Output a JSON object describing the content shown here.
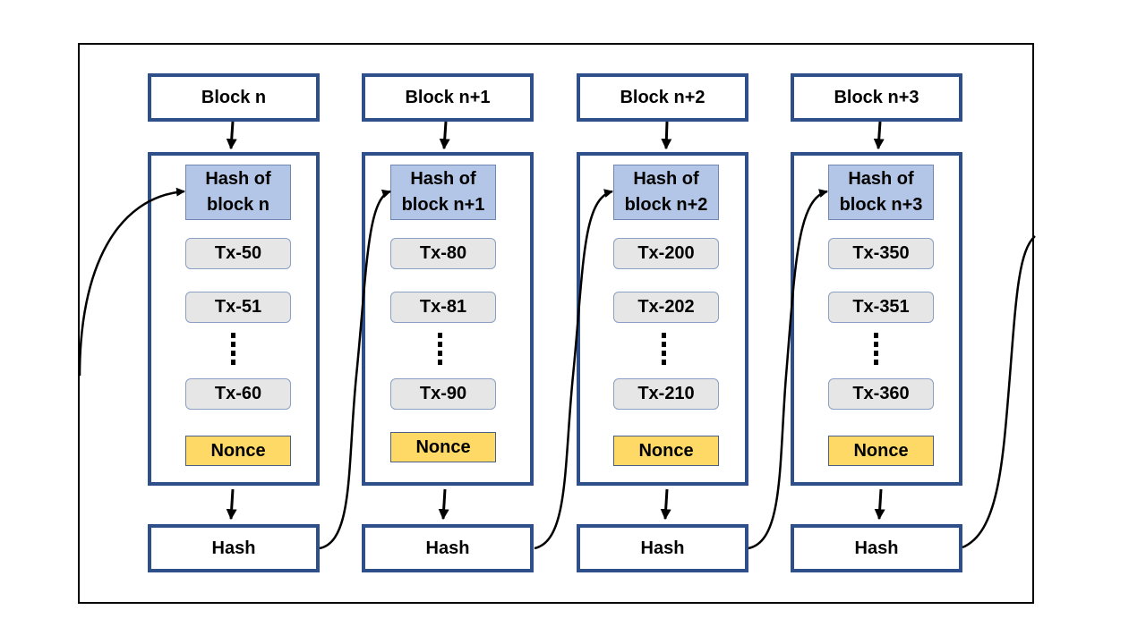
{
  "blocks": [
    {
      "header": "Block n",
      "hash_of": "Hash of\nblock n",
      "tx": [
        "Tx-50",
        "Tx-51",
        "Tx-60"
      ],
      "nonce": "Nonce",
      "hash": "Hash"
    },
    {
      "header": "Block n+1",
      "hash_of": "Hash of\nblock n+1",
      "tx": [
        "Tx-80",
        "Tx-81",
        "Tx-90"
      ],
      "nonce": "Nonce",
      "hash": "Hash"
    },
    {
      "header": "Block n+2",
      "hash_of": "Hash of\nblock n+2",
      "tx": [
        "Tx-200",
        "Tx-202",
        "Tx-210"
      ],
      "nonce": "Nonce",
      "hash": "Hash"
    },
    {
      "header": "Block n+3",
      "hash_of": "Hash of\nblock n+3",
      "tx": [
        "Tx-350",
        "Tx-351",
        "Tx-360"
      ],
      "nonce": "Nonce",
      "hash": "Hash"
    }
  ],
  "colors": {
    "box_border": "#2f4f8a",
    "hash_of_fill": "#b4c6e7",
    "tx_fill": "#e7e6e6",
    "nonce_fill": "#ffd966"
  }
}
